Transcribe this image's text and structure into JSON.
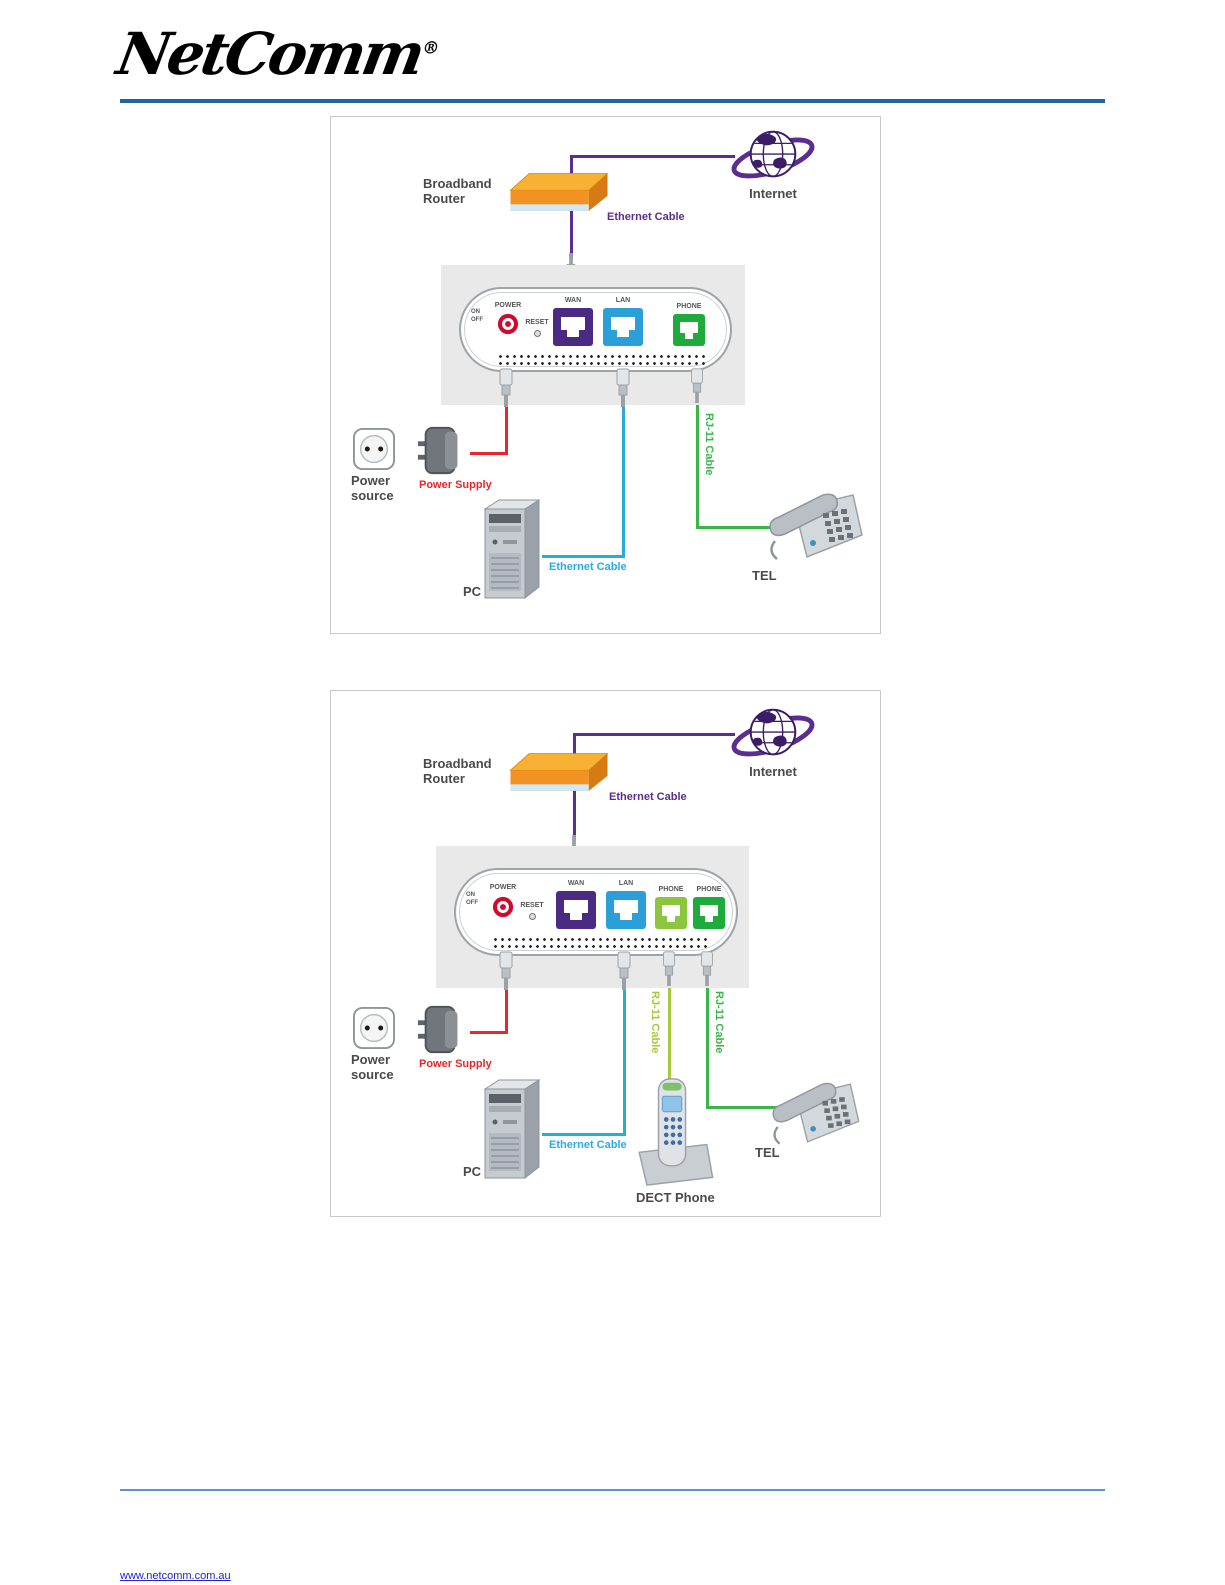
{
  "header": {
    "logo_text": "NetComm",
    "registered_mark": "®"
  },
  "footer": {
    "link_text": "www.netcomm.com.au"
  },
  "colors": {
    "header_rule": "#2163a3",
    "footer_rule": "#5b95cf",
    "cable_purple": "#5b2d90",
    "cable_blue": "#29abe2",
    "cable_green": "#39b54a",
    "cable_yellow_green": "#a6c93b",
    "cable_red": "#e8262d",
    "wan_port": "#4b2a84",
    "lan_port": "#2a9fd8",
    "phone_port_green": "#1faa3c",
    "phone_port_yellow_green": "#8cc63f"
  },
  "diagram1": {
    "router_label": "Broadband Router",
    "internet_label": "Internet",
    "wan_cable_label": "Ethernet Cable",
    "lan_cable_label": "Ethernet Cable",
    "phone_cable_label": "RJ-11 Cable",
    "power_source_label": "Power source",
    "power_supply_label": "Power Supply",
    "pc_label": "PC",
    "tel_label": "TEL",
    "panel": {
      "on_label": "ON",
      "off_label": "OFF",
      "power_label": "POWER",
      "reset_label": "RESET",
      "wan_label": "WAN",
      "lan_label": "LAN",
      "phone_label": "PHONE"
    }
  },
  "diagram2": {
    "router_label": "Broadband Router",
    "internet_label": "Internet",
    "wan_cable_label": "Ethernet Cable",
    "lan_cable_label": "Ethernet Cable",
    "phone1_cable_label": "RJ-11 Cable",
    "phone2_cable_label": "RJ-11 Cable",
    "power_source_label": "Power source",
    "power_supply_label": "Power Supply",
    "pc_label": "PC",
    "tel_label": "TEL",
    "dect_label": "DECT Phone",
    "panel": {
      "on_label": "ON",
      "off_label": "OFF",
      "power_label": "POWER",
      "reset_label": "RESET",
      "wan_label": "WAN",
      "lan_label": "LAN",
      "phone1_label": "PHONE",
      "phone2_label": "PHONE"
    }
  }
}
